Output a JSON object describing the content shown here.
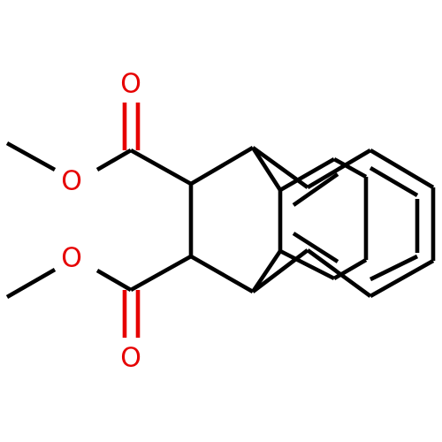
{
  "colors": {
    "bond": "#000000",
    "oxygen": "#e60000",
    "background": "#ffffff"
  },
  "atoms": {
    "o_carbonyl_top": "O",
    "o_ester_top": "O",
    "o_ester_bottom": "O",
    "o_carbonyl_bottom": "O"
  }
}
